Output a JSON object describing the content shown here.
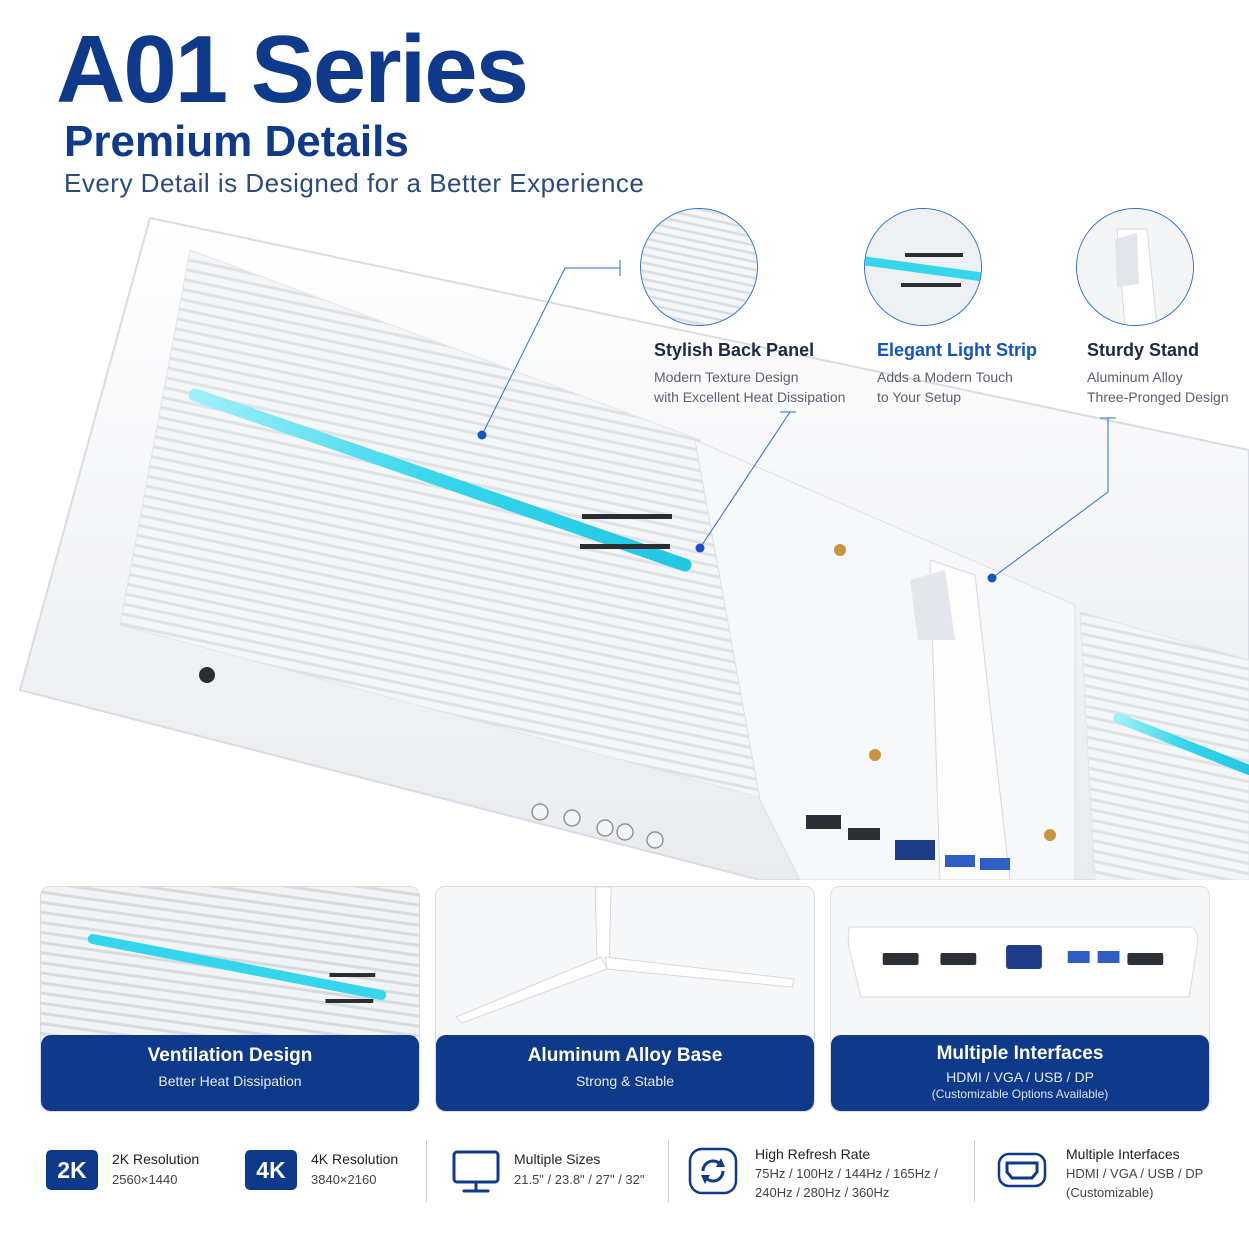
{
  "header": {
    "title": "A01 Series",
    "subtitle": "Premium Details",
    "tagline": "Every Detail is Designed for a Better Experience"
  },
  "callouts": [
    {
      "title": "Stylish Back Panel",
      "desc_line1": "Modern Texture Design",
      "desc_line2": "with Excellent Heat Dissipation"
    },
    {
      "title": "Elegant Light Strip",
      "desc_line1": "Adds a Modern Touch",
      "desc_line2": "to Your Setup"
    },
    {
      "title": "Sturdy Stand",
      "desc_line1": "Aluminum Alloy",
      "desc_line2": "Three-Pronged Design"
    }
  ],
  "cards": [
    {
      "title": "Ventilation Design",
      "desc": "Better Heat Dissipation"
    },
    {
      "title": "Aluminum Alloy Base",
      "desc": "Strong & Stable"
    },
    {
      "title": "Multiple Interfaces",
      "desc": "HDMI / VGA / USB / DP",
      "note": "(Customizable Options Available)"
    }
  ],
  "specs": {
    "res2k": {
      "badge": "2K",
      "title": "2K Resolution",
      "value": "2560×1440"
    },
    "res4k": {
      "badge": "4K",
      "title": "4K Resolution",
      "value": "3840×2160"
    },
    "sizes": {
      "title": "Multiple Sizes",
      "value": "21.5\" / 23.8\" / 27\" / 32\""
    },
    "refresh": {
      "title": "High Refresh Rate",
      "value_line1": "75Hz / 100Hz / 144Hz / 165Hz /",
      "value_line2": "240Hz / 280Hz / 360Hz"
    },
    "interfaces": {
      "title": "Multiple Interfaces",
      "value_line1": "HDMI / VGA / USB / DP",
      "value_line2": "(Customizable)"
    }
  },
  "colors": {
    "brand_blue": "#0f3a8c",
    "accent_blue": "#1552c4",
    "light_strip": "#35d6ec"
  }
}
